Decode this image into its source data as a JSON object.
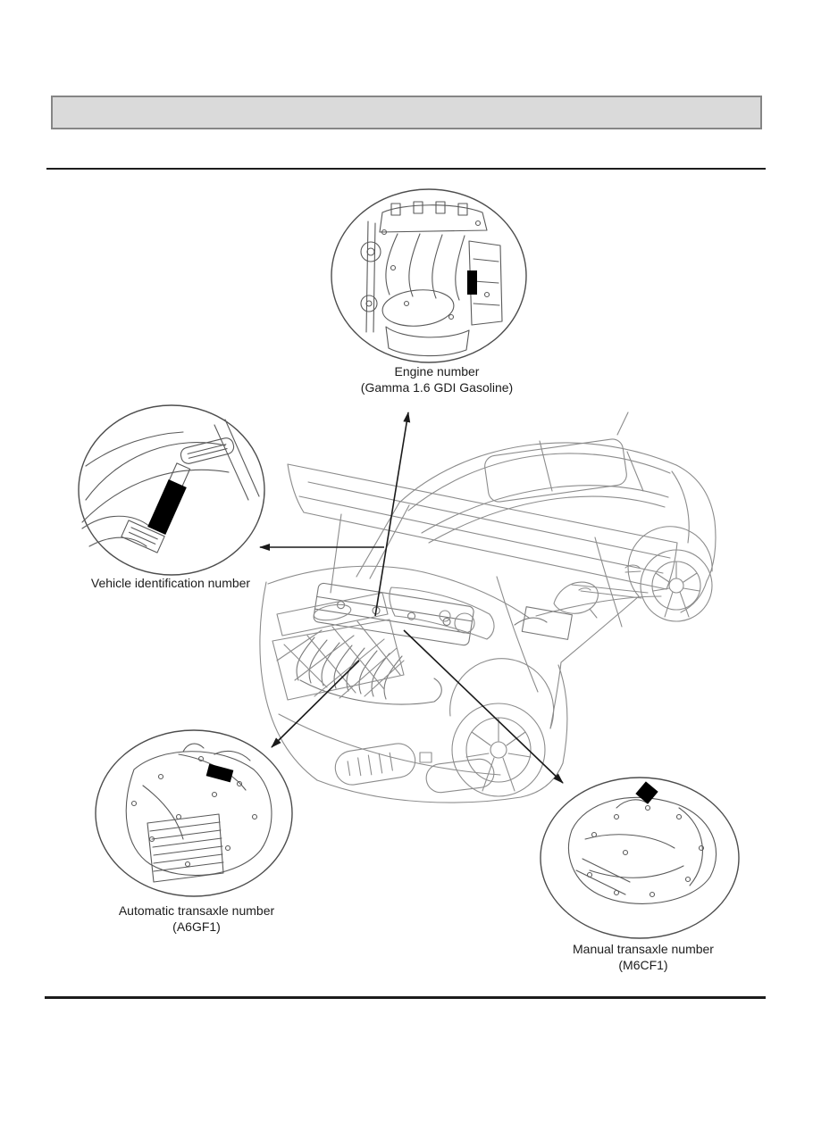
{
  "page": {
    "header_bar_text": "",
    "labels": {
      "engine": {
        "line1": "Engine number",
        "line2": "(Gamma 1.6 GDI Gasoline)"
      },
      "vin": {
        "line1": "Vehicle identification number",
        "line2": ""
      },
      "auto_transaxle": {
        "line1": "Automatic transaxle number",
        "line2": "(A6GF1)"
      },
      "manual_transaxle": {
        "line1": "Manual transaxle number",
        "line2": "(M6CF1)"
      }
    },
    "colors": {
      "background": "#ffffff",
      "header_bar_fill": "#dadada",
      "header_bar_border": "#858585",
      "rule": "#1c1c1c",
      "text": "#1c1c1c",
      "line_art": "#8c8c8c",
      "callout_outline": "#4d4d4d",
      "marker": "#000000"
    }
  }
}
